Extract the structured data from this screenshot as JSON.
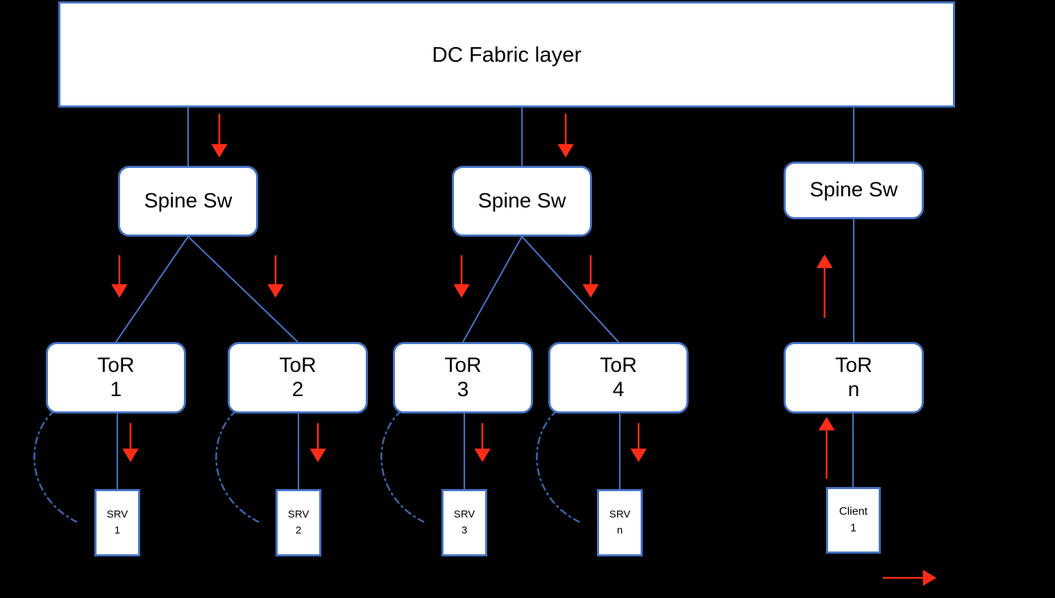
{
  "diagram": {
    "title": "DC Fabric layer",
    "background": "#000000",
    "node_fill": "#ffffff",
    "node_border": "#4472C4",
    "link_color": "#4472C4",
    "arrow_color": "#FF2D16"
  },
  "fabric": {
    "label": "DC Fabric layer"
  },
  "spines": [
    {
      "id": "spine-a",
      "line1": "Spine Sw",
      "line2": ""
    },
    {
      "id": "spine-b",
      "line1": "Spine Sw",
      "line2": ""
    },
    {
      "id": "spine-c",
      "line1": "Spine Sw",
      "line2": ""
    }
  ],
  "tors": [
    {
      "id": "tor-1",
      "line1": "ToR",
      "line2": "1"
    },
    {
      "id": "tor-2",
      "line1": "ToR",
      "line2": "2"
    },
    {
      "id": "tor-3",
      "line1": "ToR",
      "line2": "3"
    },
    {
      "id": "tor-4",
      "line1": "ToR",
      "line2": "4"
    },
    {
      "id": "tor-n",
      "line1": "ToR",
      "line2": "n"
    }
  ],
  "servers": [
    {
      "id": "srv-1",
      "line1": "SRV",
      "line2": "1"
    },
    {
      "id": "srv-2",
      "line1": "SRV",
      "line2": "2"
    },
    {
      "id": "srv-3",
      "line1": "SRV",
      "line2": "3"
    },
    {
      "id": "srv-n",
      "line1": "SRV",
      "line2": "n"
    }
  ],
  "clients": [
    {
      "id": "client-1",
      "line1": "Client",
      "line2": "1"
    }
  ],
  "legend": {
    "flow_arrow_label": ""
  }
}
